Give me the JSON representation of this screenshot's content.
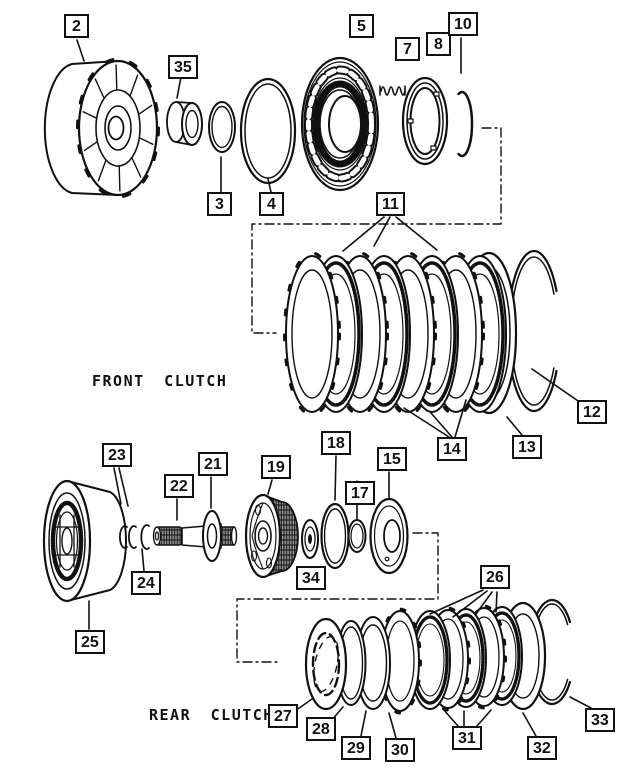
{
  "diagram": {
    "background": "#ffffff",
    "ink": "#111111",
    "titles": {
      "front": "FRONT CLUTCH",
      "rear": "REAR CLUTCH"
    },
    "callouts": {
      "n2": "2",
      "n3": "3",
      "n4": "4",
      "n5": "5",
      "n7": "7",
      "n8": "8",
      "n10": "10",
      "n11": "11",
      "n12": "12",
      "n13": "13",
      "n14": "14",
      "n15": "15",
      "n17": "17",
      "n18": "18",
      "n19": "19",
      "n21": "21",
      "n22": "22",
      "n23": "23",
      "n24": "24",
      "n25": "25",
      "n26": "26",
      "n27": "27",
      "n28": "28",
      "n29": "29",
      "n30": "30",
      "n31": "31",
      "n32": "32",
      "n33": "33",
      "n34": "34",
      "n35": "35"
    }
  }
}
